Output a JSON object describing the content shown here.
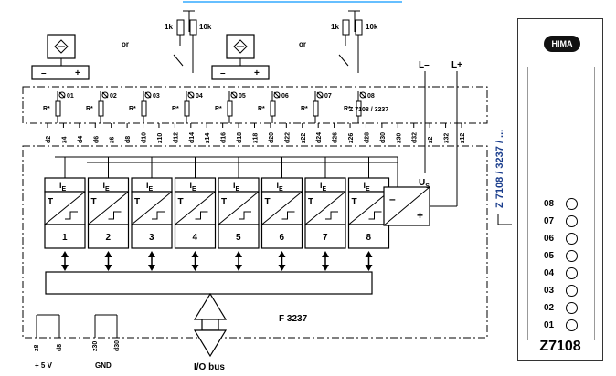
{
  "header": {
    "top_link_line_color": "#33aaff"
  },
  "sensors": {
    "or_label": "or",
    "resistor_1k": "1k",
    "resistor_10k": "10k"
  },
  "supply": {
    "l_minus": "L–",
    "l_plus": "L+"
  },
  "board": {
    "label": "Z 7108 / 3237",
    "inputs": [
      {
        "num": "01",
        "r_label": "R*"
      },
      {
        "num": "02",
        "r_label": "R*"
      },
      {
        "num": "03",
        "r_label": "R*"
      },
      {
        "num": "04",
        "r_label": "R*"
      },
      {
        "num": "05",
        "r_label": "R*"
      },
      {
        "num": "06",
        "r_label": "R*"
      },
      {
        "num": "07",
        "r_label": "R*"
      },
      {
        "num": "08",
        "r_label": "R*"
      }
    ],
    "pins": [
      "d2",
      "z4",
      "d4",
      "d6",
      "z6",
      "d8",
      "d10",
      "z10",
      "d12",
      "d14",
      "z14",
      "d16",
      "d18",
      "z18",
      "d20",
      "d22",
      "z22",
      "d24",
      "d26",
      "z26",
      "d28",
      "d30",
      "z30",
      "d32",
      "z2",
      "z32",
      "z12"
    ]
  },
  "channels": {
    "ie_label": "I",
    "ie_sub": "E",
    "t_label": "T",
    "numbers": [
      "1",
      "2",
      "3",
      "4",
      "5",
      "6",
      "7",
      "8"
    ]
  },
  "power_supply": {
    "label": "U",
    "sub": "S"
  },
  "module": {
    "label": "F 3237",
    "bus_label": "I/O bus",
    "bottom_pins_left": [
      "z8",
      "d8"
    ],
    "bottom_pins_right": [
      "z30",
      "d30"
    ],
    "voltage_label": "+ 5 V",
    "gnd_label": "GND"
  },
  "side_label": "Z 7108 / 3237 / ...",
  "card": {
    "brand": "HIMA",
    "leds": [
      "08",
      "07",
      "06",
      "05",
      "04",
      "03",
      "02",
      "01"
    ],
    "model": "Z7108"
  }
}
